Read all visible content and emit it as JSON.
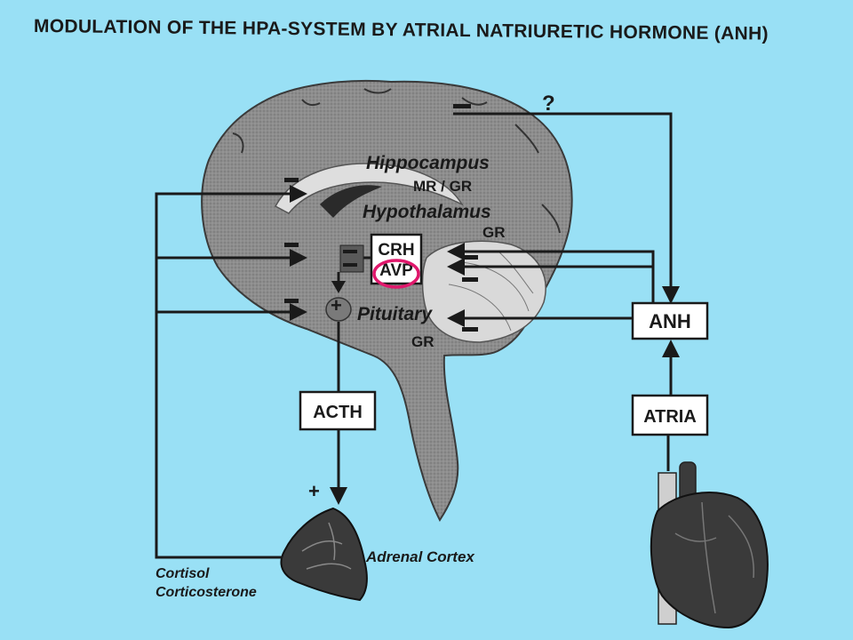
{
  "title": "MODULATION OF THE HPA-SYSTEM BY ATRIAL NATRIURETIC HORMONE (ANH)",
  "labels": {
    "hippocampus": "Hippocampus",
    "mr_gr": "MR / GR",
    "hypothalamus": "Hypothalamus",
    "gr_hypothalamus": "GR",
    "pituitary": "Pituitary",
    "gr_pituitary": "GR",
    "adrenal_cortex": "Adrenal Cortex",
    "cortisol": "Cortisol",
    "corticosterone": "Corticosterone",
    "question": "?",
    "plus_pituitary": "+",
    "plus_adrenal": "+"
  },
  "boxes": {
    "crh": "CRH",
    "avp": "AVP",
    "acth": "ACTH",
    "anh": "ANH",
    "atria": "ATRIA"
  },
  "colors": {
    "background": "#99e0f5",
    "brain": "#8c8c8c",
    "highlight_ring": "#e0186c"
  }
}
